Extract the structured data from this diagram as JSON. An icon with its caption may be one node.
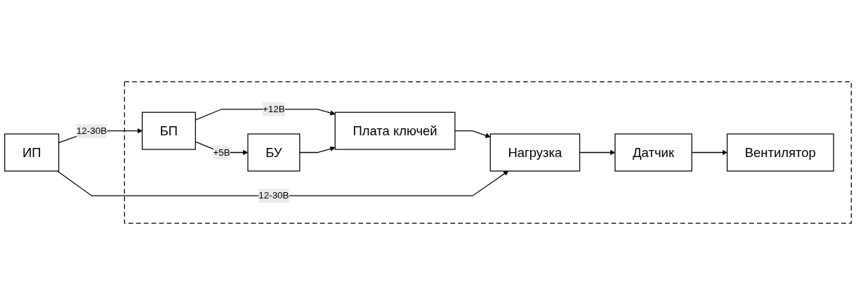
{
  "diagram": {
    "nodes": [
      {
        "text": [
          "ИП"
        ]
      },
      {
        "text": [],
        "shape": "box"
      },
      {
        "text": [
          "Вентилятор"
        ],
        "in": 1
      },
      {
        "text": [
          "Датчик"
        ],
        "in": 1
      },
      {
        "text": [
          "БП"
        ],
        "in": 1
      },
      {
        "text": [
          "БУ"
        ],
        "in": 1
      },
      {
        "text": [
          "Плата ключей"
        ],
        "in": 1
      },
      {
        "text": [
          "Нагрузка"
        ],
        "in": 1
      }
    ],
    "edges": [
      {
        "from": 0,
        "to": 4,
        "arrow": "to",
        "label": "12-30В"
      },
      {
        "from": 4,
        "to": 5,
        "arrow": "to",
        "label": "+5В"
      },
      {
        "from": 4,
        "to": 6,
        "arrow": "to",
        "label": "+12В"
      },
      {
        "from": 5,
        "to": 6,
        "arrow": "to"
      },
      {
        "from": 6,
        "to": 7,
        "arrow": "to"
      },
      {
        "from": 0,
        "to": 7,
        "arrow": "to",
        "label": "12-30В"
      },
      {
        "from": 7,
        "to": 3,
        "arrow": "to"
      },
      {
        "from": 3,
        "to": 2,
        "arrow": "to"
      }
    ]
  }
}
